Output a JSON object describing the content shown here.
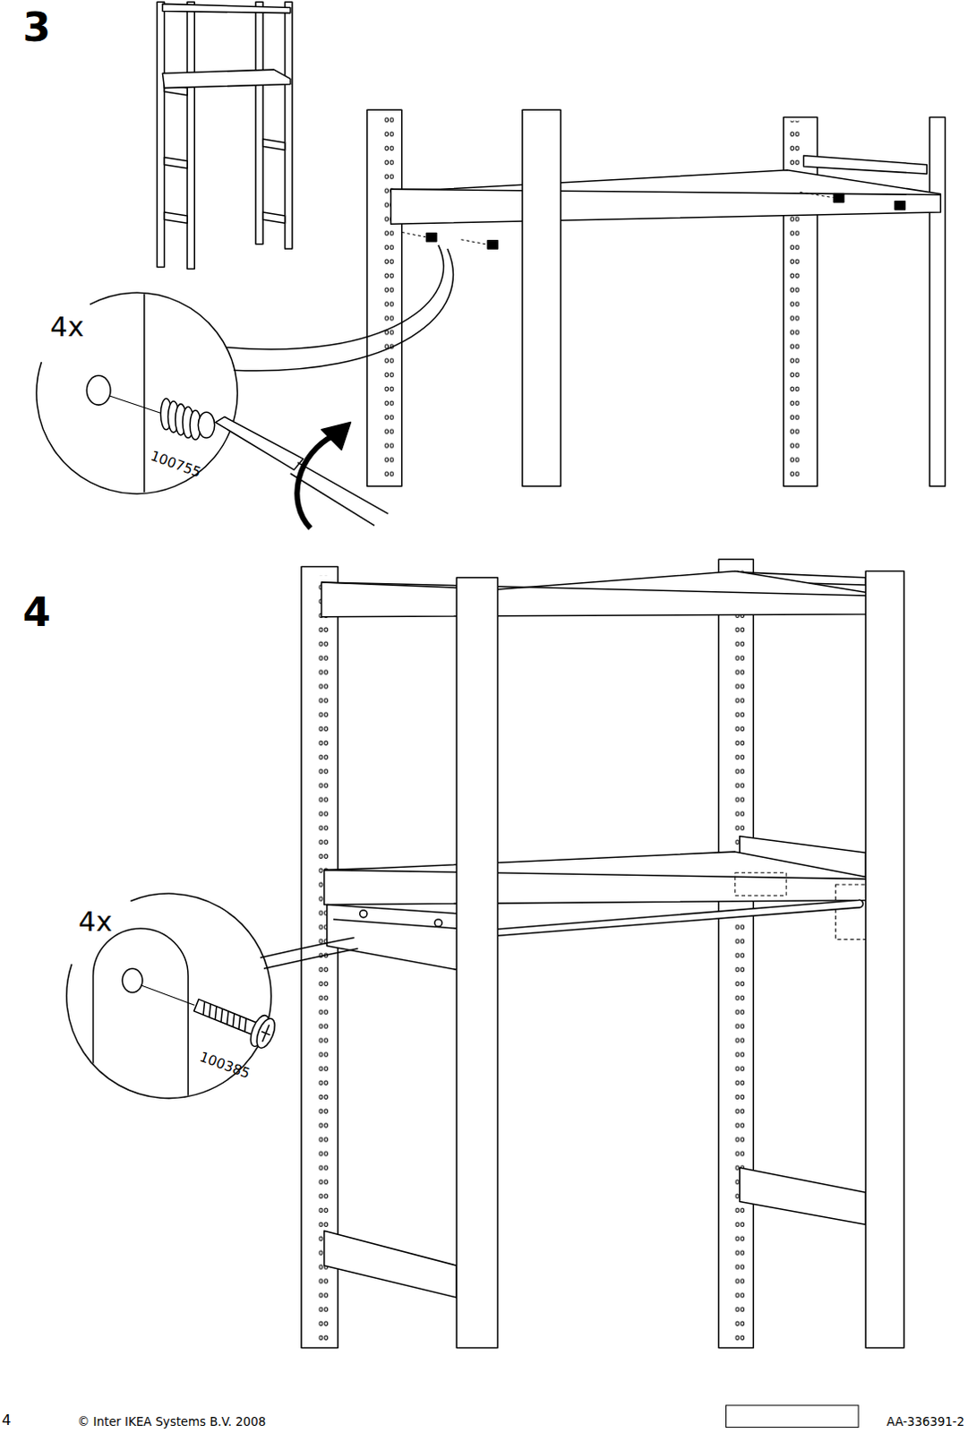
{
  "diagram": {
    "labels": [
      "3",
      "4x",
      "100755",
      "4",
      "4x",
      "100385",
      "4",
      "© Inter IKEA Systems B.V. 2008",
      "AA-336391-2"
    ]
  }
}
